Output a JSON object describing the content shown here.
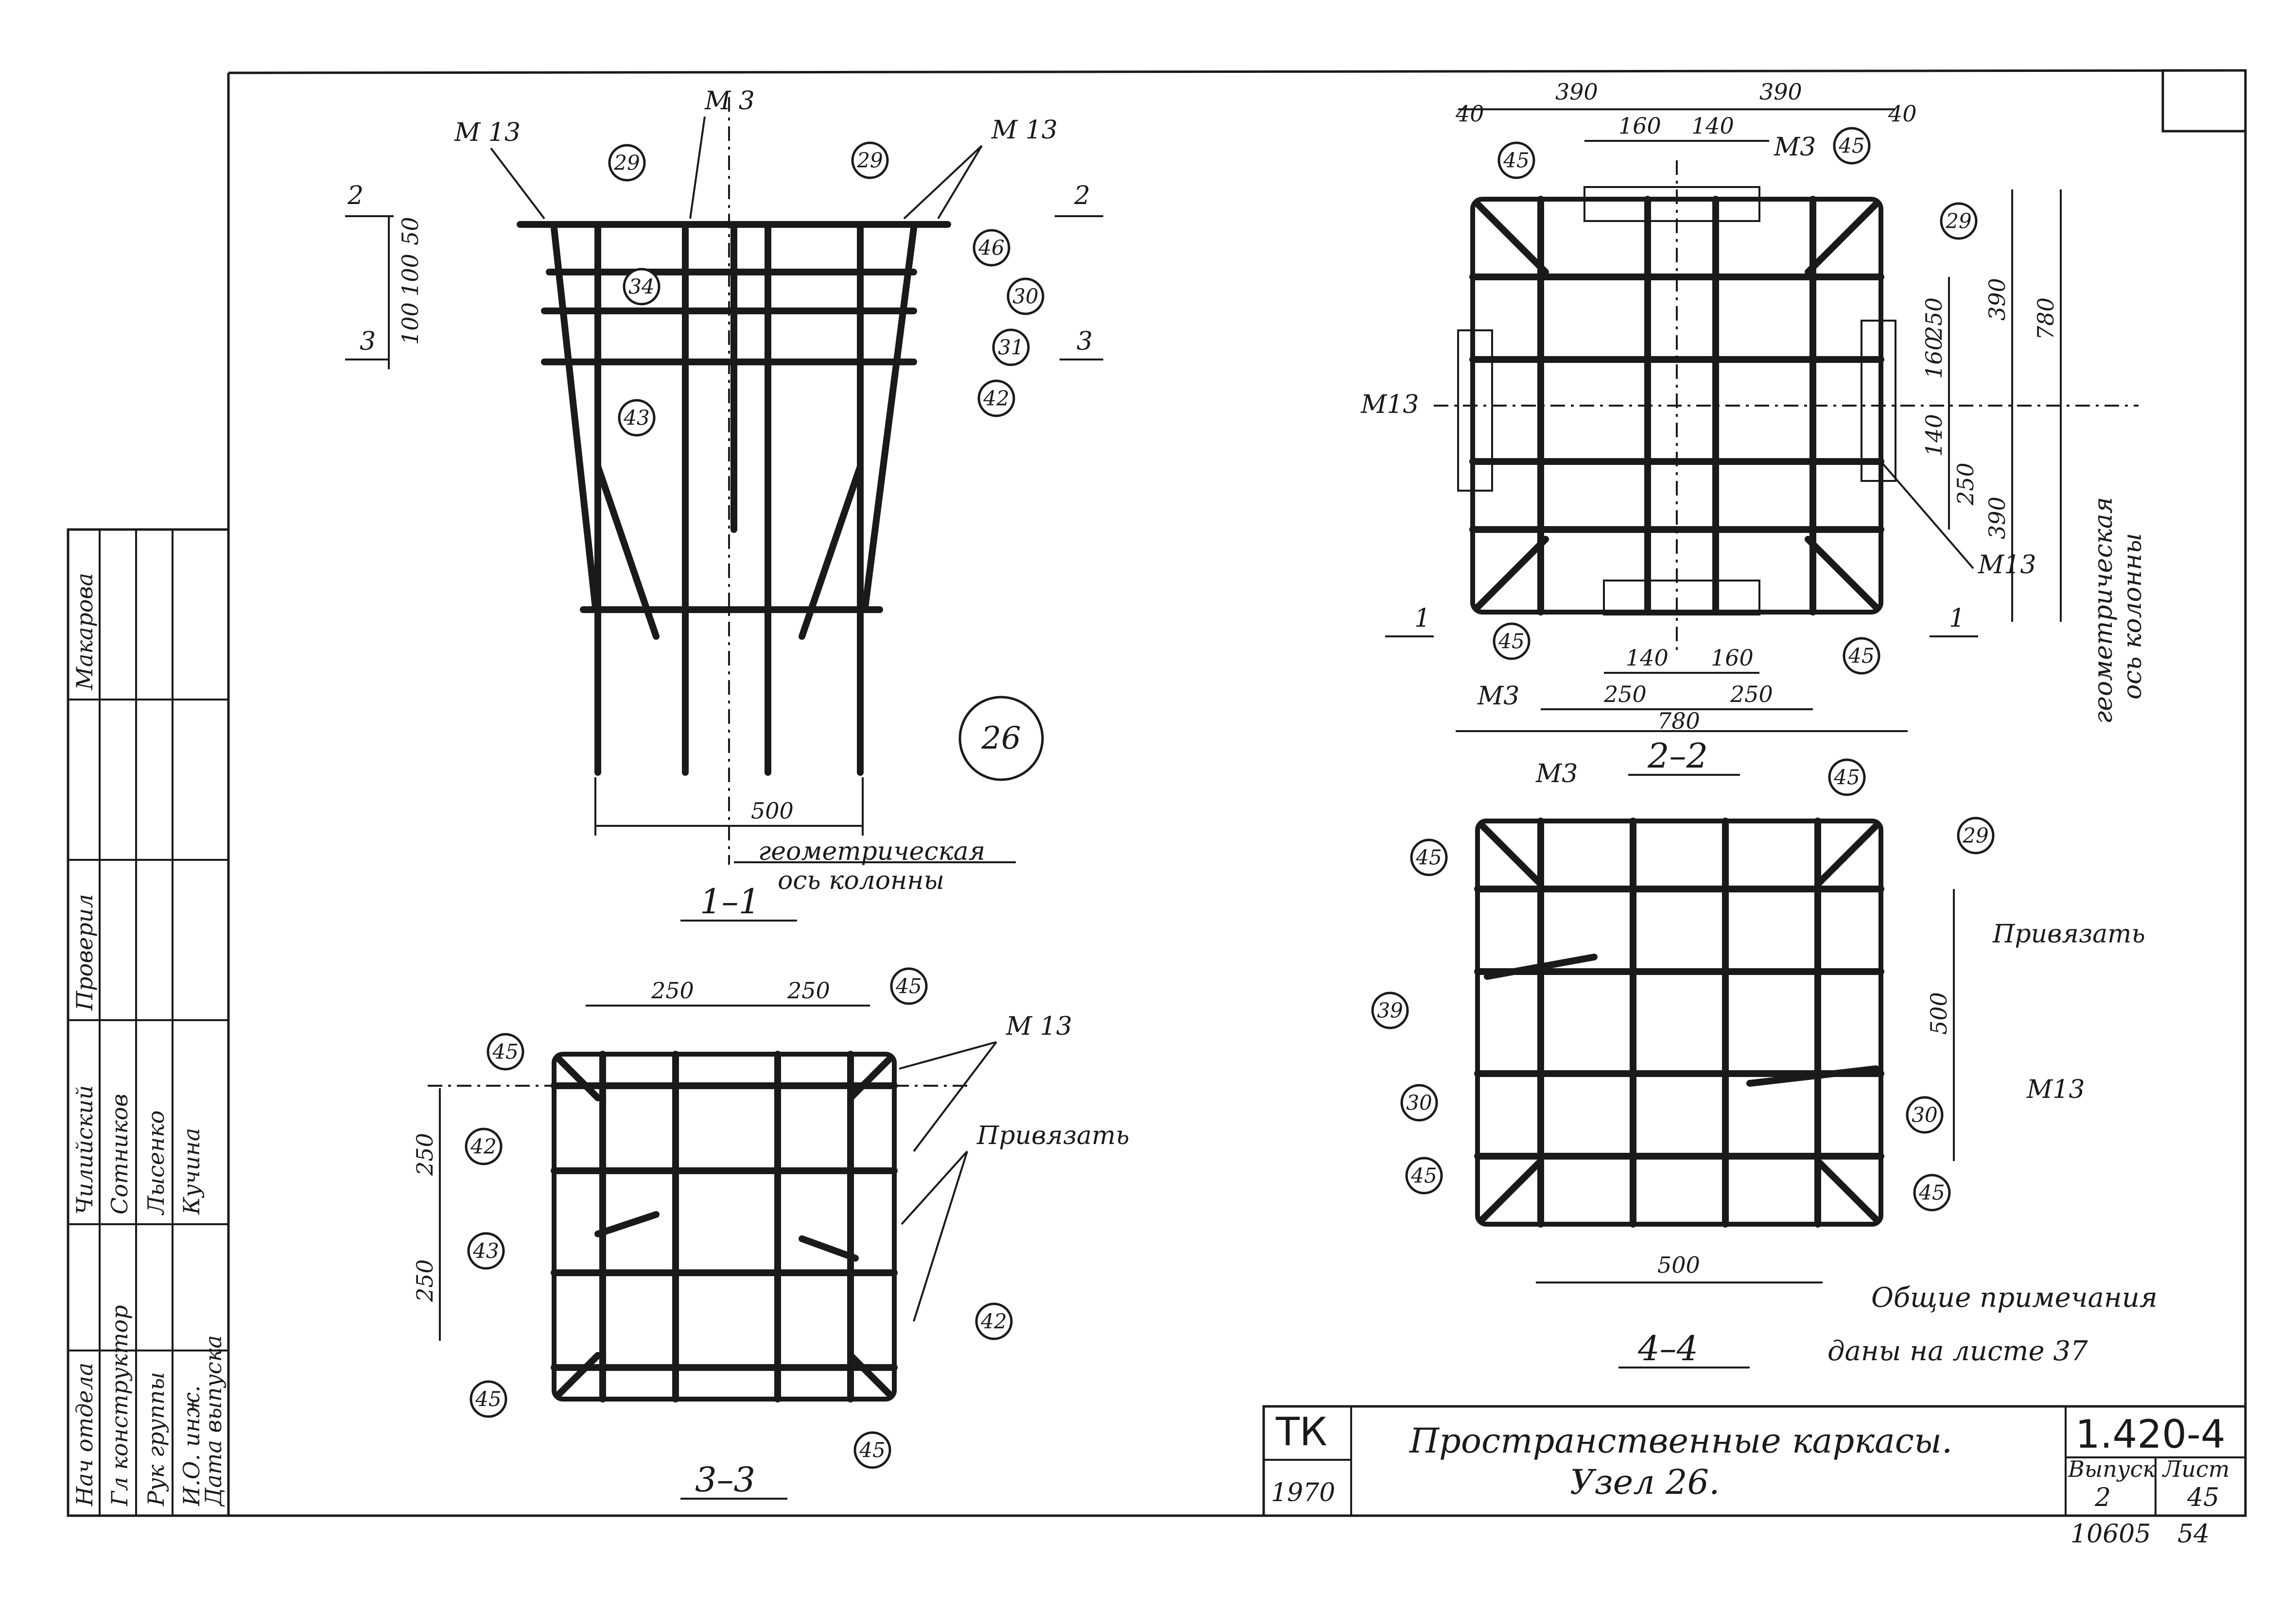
{
  "sheet_number_corner": "54",
  "sections": {
    "s11": {
      "title": "1–1",
      "marks": [
        "М 3",
        "М 13",
        "М 13",
        "29",
        "29",
        "34",
        "46",
        "30",
        "31",
        "42",
        "43"
      ],
      "dims": [
        "50",
        "100",
        "100",
        "500"
      ],
      "cut_labels": [
        "2",
        "2",
        "3",
        "3"
      ],
      "axis_note": [
        "геометрическая",
        "ось колонны"
      ]
    },
    "s22": {
      "title": "2–2",
      "dims_top": [
        "390",
        "390",
        "160",
        "140",
        "40",
        "40"
      ],
      "dims_bottom": [
        "140",
        "160",
        "250",
        "250",
        "780"
      ],
      "dims_right": [
        "390",
        "780",
        "250",
        "160",
        "140",
        "250",
        "390"
      ],
      "marks": [
        "45",
        "45",
        "45",
        "45",
        "29",
        "М3",
        "М3",
        "М13",
        "М13"
      ],
      "cut_labels": [
        "1",
        "1"
      ],
      "axis_note": [
        "геометрическая",
        "ось колонны"
      ]
    },
    "s33": {
      "title": "3–3",
      "dims": [
        "250",
        "250",
        "250",
        "250"
      ],
      "marks": [
        "45",
        "45",
        "45",
        "45",
        "42",
        "42",
        "43",
        "М 13"
      ],
      "bind_note": "Привязать"
    },
    "s44": {
      "title": "4–4",
      "dims": [
        "500",
        "500"
      ],
      "marks": [
        "45",
        "45",
        "45",
        "45",
        "29",
        "39",
        "30",
        "30",
        "М3",
        "М13"
      ],
      "bind_note": "Привязать"
    },
    "node_badge": "26",
    "notes": [
      "Общие примечания",
      "даны на листе 37"
    ],
    "title_block": {
      "org": "ТК",
      "year": "1970",
      "title_line1": "Пространственные каркасы.",
      "title_line2": "Узел 26.",
      "series": "1.420-4",
      "issue_label": "Выпуск",
      "issue": "2",
      "sheet_label": "Лист",
      "sheet": "45",
      "archive": "10605",
      "archive_page": "54"
    },
    "stamp": {
      "roles": [
        "Нач отдела",
        "Гл конструктор",
        "Рук группы",
        "И.О. инж.",
        "Дата выпуска"
      ],
      "names": [
        "Чилийский",
        "Сотников",
        "Лысенко",
        "Кучина"
      ],
      "extra": [
        "Проверил",
        "Макарова"
      ]
    }
  }
}
